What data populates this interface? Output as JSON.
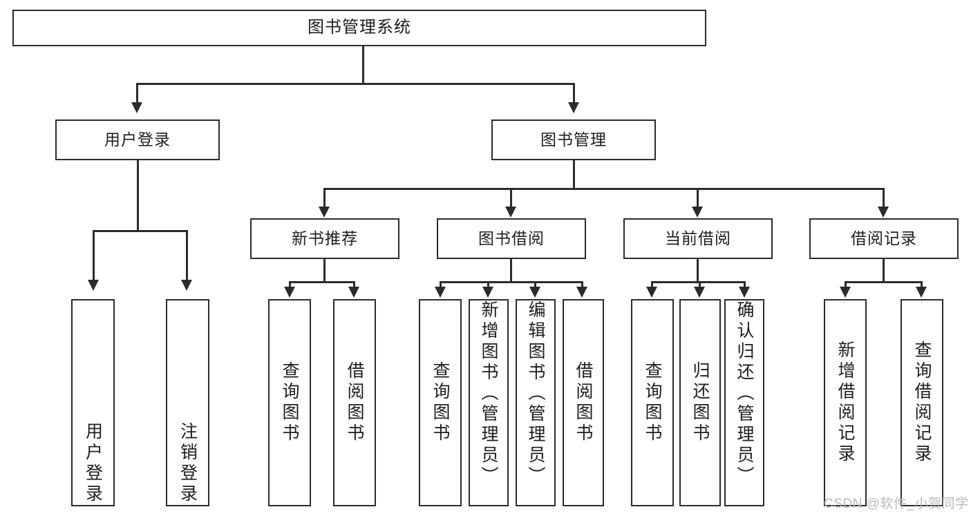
{
  "diagram": {
    "title": "图书管理系统",
    "root": {
      "label": "图书管理系统"
    },
    "level2": [
      {
        "label": "用户登录"
      },
      {
        "label": "图书管理"
      }
    ],
    "level3": [
      {
        "label": "新书推荐"
      },
      {
        "label": "图书借阅"
      },
      {
        "label": "当前借阅"
      },
      {
        "label": "借阅记录"
      }
    ],
    "leaves": {
      "user_login": [
        {
          "label": "用户登录"
        },
        {
          "label": "注销登录"
        }
      ],
      "new_book": [
        {
          "label": "查询图书"
        },
        {
          "label": "借阅图书"
        }
      ],
      "book_borrow": [
        {
          "label": "查询图书"
        },
        {
          "label": "新增图书（管理员）"
        },
        {
          "label": "编辑图书（管理员）"
        },
        {
          "label": "借阅图书"
        }
      ],
      "current_borrow": [
        {
          "label": "查询图书"
        },
        {
          "label": "归还图书"
        },
        {
          "label": "确认归还（管理员）"
        }
      ],
      "borrow_record": [
        {
          "label": "新增借阅记录"
        },
        {
          "label": "查询借阅记录"
        }
      ]
    }
  },
  "watermark": {
    "text": "CSDN @软件_小贺同学"
  },
  "colors": {
    "stroke": "#2b2b2b",
    "text": "#1d1d1d",
    "background": "#ffffff",
    "watermark": "#b9b9b9"
  }
}
